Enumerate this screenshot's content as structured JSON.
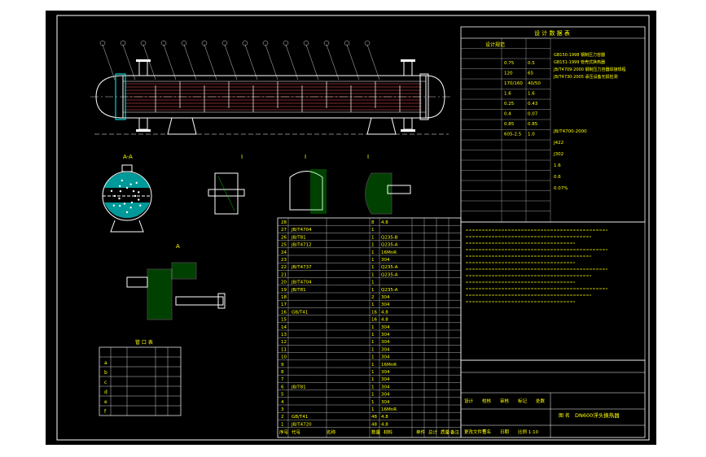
{
  "drawing": {
    "title": "DN600浮头换热器",
    "name_label": "图 名",
    "design_table_title": "设 计 数 据 表",
    "spec_header": "设计规范",
    "spec_lines": [
      "GB150-1998 钢制压力容器",
      "GB151-1999 管壳式换热器",
      "JB/T4709-2000 钢制压力容器焊接规程",
      "JB/T4730-2005 承压设备无损检测"
    ],
    "view_labels": [
      "A-A",
      "Ⅰ",
      "Ⅱ",
      "A"
    ],
    "nozzle_table_title": "管 口 表",
    "nozzle_rows": [
      "a",
      "b",
      "c",
      "d",
      "e",
      "f"
    ],
    "parts_header": [
      "序号",
      "代号",
      "名称",
      "数量",
      "材料",
      "单件",
      "总计",
      "质量",
      "备注"
    ],
    "parts_rows": [
      {
        "no": "28",
        "code": "",
        "name": "",
        "qty": "8",
        "mat": "4.8"
      },
      {
        "no": "27",
        "code": "JB/T4704",
        "name": "",
        "qty": "1",
        "mat": ""
      },
      {
        "no": "26",
        "code": "JB/T81",
        "name": "",
        "qty": "1",
        "mat": "Q235-B"
      },
      {
        "no": "25",
        "code": "JB/T4712",
        "name": "",
        "qty": "1",
        "mat": "Q235-A"
      },
      {
        "no": "24",
        "code": "",
        "name": "",
        "qty": "1",
        "mat": "16MnR"
      },
      {
        "no": "23",
        "code": "",
        "name": "",
        "qty": "1",
        "mat": "304"
      },
      {
        "no": "22",
        "code": "JB/T4737",
        "name": "",
        "qty": "1",
        "mat": "Q235-A"
      },
      {
        "no": "21",
        "code": "",
        "name": "",
        "qty": "1",
        "mat": "Q235-A"
      },
      {
        "no": "20",
        "code": "JB/T4704",
        "name": "",
        "qty": "1",
        "mat": ""
      },
      {
        "no": "19",
        "code": "JB/T81",
        "name": "",
        "qty": "1",
        "mat": "Q235-A"
      },
      {
        "no": "18",
        "code": "",
        "name": "",
        "qty": "2",
        "mat": "304"
      },
      {
        "no": "17",
        "code": "",
        "name": "",
        "qty": "1",
        "mat": "304"
      },
      {
        "no": "16",
        "code": "GB/T41",
        "name": "",
        "qty": "16",
        "mat": "4.8"
      },
      {
        "no": "15",
        "code": "",
        "name": "",
        "qty": "16",
        "mat": "4.8"
      },
      {
        "no": "14",
        "code": "",
        "name": "",
        "qty": "1",
        "mat": "304"
      },
      {
        "no": "13",
        "code": "",
        "name": "",
        "qty": "1",
        "mat": "304"
      },
      {
        "no": "12",
        "code": "",
        "name": "",
        "qty": "1",
        "mat": "304"
      },
      {
        "no": "11",
        "code": "",
        "name": "",
        "qty": "1",
        "mat": "304"
      },
      {
        "no": "10",
        "code": "",
        "name": "",
        "qty": "1",
        "mat": "304"
      },
      {
        "no": "9",
        "code": "",
        "name": "",
        "qty": "1",
        "mat": "16MnR"
      },
      {
        "no": "8",
        "code": "",
        "name": "",
        "qty": "1",
        "mat": "304"
      },
      {
        "no": "7",
        "code": "",
        "name": "",
        "qty": "1",
        "mat": "304"
      },
      {
        "no": "6",
        "code": "JB/T81",
        "name": "",
        "qty": "1",
        "mat": "304"
      },
      {
        "no": "5",
        "code": "",
        "name": "",
        "qty": "1",
        "mat": "304"
      },
      {
        "no": "4",
        "code": "",
        "name": "",
        "qty": "1",
        "mat": "304"
      },
      {
        "no": "3",
        "code": "",
        "name": "",
        "qty": "1",
        "mat": "16MnR"
      },
      {
        "no": "2",
        "code": "GB/T41",
        "name": "",
        "qty": "48",
        "mat": "4.8"
      },
      {
        "no": "1",
        "code": "JB/T4720",
        "name": "",
        "qty": "48",
        "mat": "4.8"
      }
    ],
    "design_values": [
      "0.75",
      "0.5",
      "120",
      "65",
      "170/160",
      "40/50",
      "1.6",
      "1.6",
      "0.25",
      "0.43",
      "0.4",
      "0.07",
      "0.85",
      "0.85",
      "605-2.5",
      "1.0"
    ],
    "misc_values": [
      "JB/T4700-2000",
      "J422",
      "J302",
      "1.6",
      "0.6",
      "0.07%"
    ],
    "signature_labels": [
      "设计",
      "校核",
      "审核",
      "标记",
      "处数",
      "更改文件号",
      "签名",
      "日期",
      "比例 1:10"
    ],
    "colors": {
      "line": "#ffffff",
      "text": "#ffff00",
      "tube": "#ff5555",
      "frame": "#ffffff",
      "cyan": "#00ffff"
    }
  }
}
